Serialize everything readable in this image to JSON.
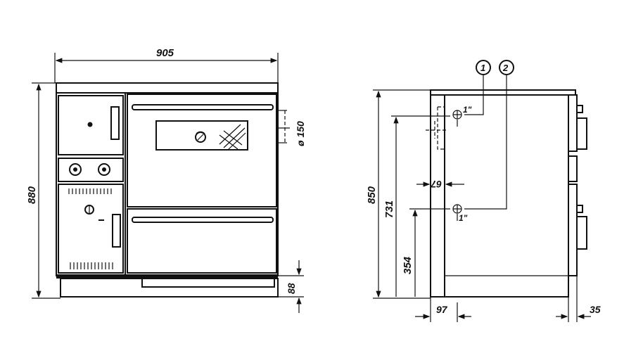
{
  "front_view": {
    "width_label": "905",
    "height_label": "880",
    "flue_label": "ø 150",
    "plinth_label": "88"
  },
  "side_view": {
    "height_label": "850",
    "connection_1_height_label": "731",
    "connection_2_height_label": "354",
    "depth_offset_label": "97",
    "wall_offset_label": "67",
    "right_offset_label": "35",
    "connection_1_marker": "1",
    "connection_2_marker": "2",
    "connection_1_size": "1\"",
    "connection_2_size": "1\""
  }
}
